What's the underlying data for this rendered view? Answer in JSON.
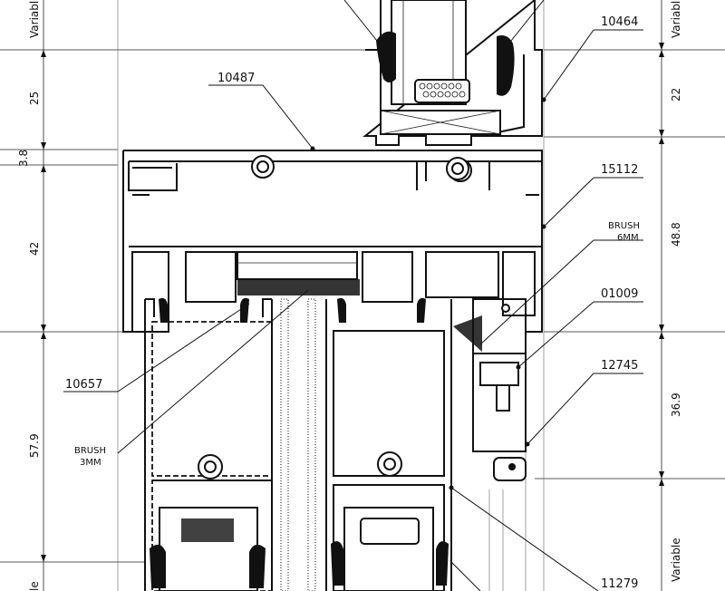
{
  "part_labels": {
    "p10464": "10464",
    "p10487": "10487",
    "p15112": "15112",
    "brush_6mm_a": "BRUSH",
    "brush_6mm_b": "6MM",
    "p01009": "01009",
    "p12745": "12745",
    "p10657": "10657",
    "brush_3mm_a": "BRUSH",
    "brush_3mm_b": "3MM",
    "p11279": "11279"
  },
  "left_dims": {
    "variable_top": "Variable",
    "d25": "25",
    "d3_8": "3.8",
    "d42": "42",
    "d57_9": "57.9",
    "variable_bottom": "le"
  },
  "right_dims": {
    "variable_top": "Variable",
    "d22": "22",
    "d48_8": "48.8",
    "d36_9": "36.9",
    "variable_bottom": "Variable"
  }
}
